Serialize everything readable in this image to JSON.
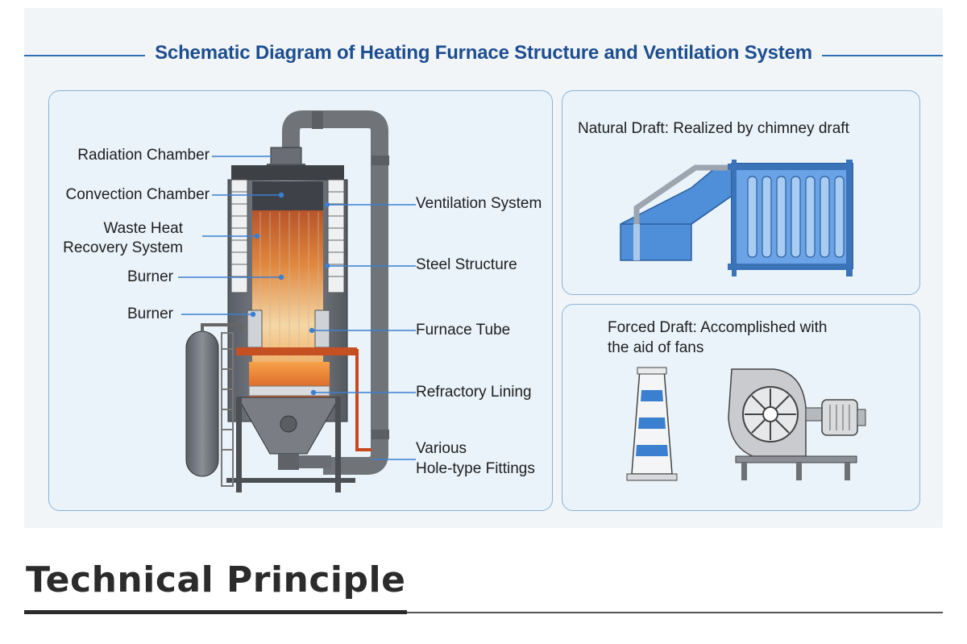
{
  "diagram": {
    "title": "Schematic Diagram of Heating Furnace Structure and Ventilation System",
    "left_labels": [
      "Radiation Chamber",
      "Convection Chamber",
      "Waste Heat",
      "Recovery System",
      "Burner",
      "Burner"
    ],
    "right_labels": [
      "Ventilation System",
      "Steel Structure",
      "Furnace Tube",
      "Refractory Lining",
      "Various",
      "Hole-type Fittings"
    ],
    "natural_draft": "Natural Draft: Realized by chimney draft",
    "forced_draft_line1": "Forced Draft: Accomplished with",
    "forced_draft_line2": "the aid of fans"
  },
  "section": {
    "heading": "Technical Principle"
  },
  "colors": {
    "title_blue": "#1d4e8f",
    "accent_blue": "#3b7fd0",
    "flame_orange": "#e0742a",
    "steel_gray": "#6c7077"
  }
}
